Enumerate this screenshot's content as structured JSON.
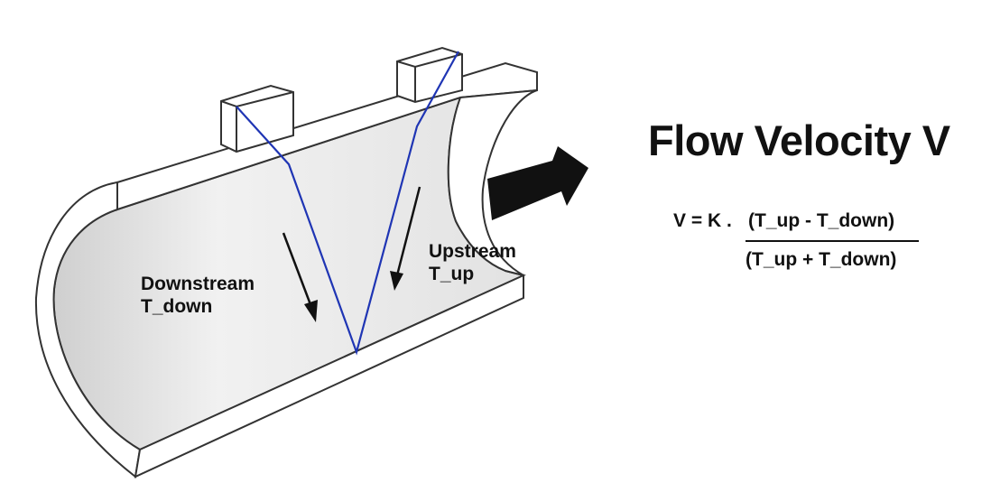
{
  "diagram": {
    "title": "Flow Velocity V",
    "labels": {
      "downstream": [
        "Downstream",
        "T_down"
      ],
      "upstream": [
        "Upstream",
        "T_up"
      ]
    },
    "formula": {
      "lhs": "V = K .",
      "numerator": "(T_up - T_down)",
      "denominator": "(T_up + T_down)"
    },
    "colors": {
      "pipe_face": "#ededed",
      "pipe_outline": "#333333",
      "signal_path": "#1f35b4",
      "arrow": "#111111"
    },
    "icons": [
      "flow-direction-arrow",
      "transducer-downstream",
      "transducer-upstream"
    ]
  }
}
